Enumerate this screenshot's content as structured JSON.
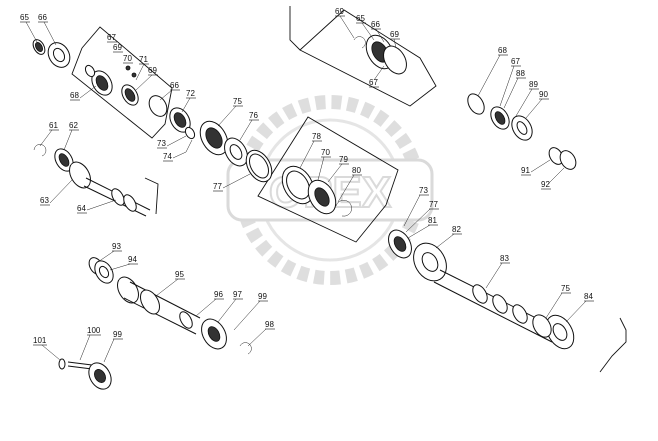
{
  "watermark": {
    "text": "OPEX",
    "color": "#c4c4c4"
  },
  "colors": {
    "ink": "#111111",
    "background": "#ffffff"
  },
  "callouts": [
    {
      "id": "c65a",
      "label": "65"
    },
    {
      "id": "c66a",
      "label": "66"
    },
    {
      "id": "c67a",
      "label": "67"
    },
    {
      "id": "c69a",
      "label": "69"
    },
    {
      "id": "c70a",
      "label": "70"
    },
    {
      "id": "c71",
      "label": "71"
    },
    {
      "id": "c69b",
      "label": "69"
    },
    {
      "id": "c68a",
      "label": "68"
    },
    {
      "id": "c66b",
      "label": "66"
    },
    {
      "id": "c72",
      "label": "72"
    },
    {
      "id": "c75a",
      "label": "75"
    },
    {
      "id": "c76",
      "label": "76"
    },
    {
      "id": "c73a",
      "label": "73"
    },
    {
      "id": "c74",
      "label": "74"
    },
    {
      "id": "c77a",
      "label": "77"
    },
    {
      "id": "c61",
      "label": "61"
    },
    {
      "id": "c62",
      "label": "62"
    },
    {
      "id": "c63",
      "label": "63"
    },
    {
      "id": "c64",
      "label": "64"
    },
    {
      "id": "c69c",
      "label": "69"
    },
    {
      "id": "c65b",
      "label": "65"
    },
    {
      "id": "c66c",
      "label": "66"
    },
    {
      "id": "c69d",
      "label": "69"
    },
    {
      "id": "c67b",
      "label": "67"
    },
    {
      "id": "c68b",
      "label": "68"
    },
    {
      "id": "c67c",
      "label": "67"
    },
    {
      "id": "c88",
      "label": "88"
    },
    {
      "id": "c89",
      "label": "89"
    },
    {
      "id": "c90",
      "label": "90"
    },
    {
      "id": "c91",
      "label": "91"
    },
    {
      "id": "c92",
      "label": "92"
    },
    {
      "id": "c78",
      "label": "78"
    },
    {
      "id": "c70b",
      "label": "70"
    },
    {
      "id": "c79",
      "label": "79"
    },
    {
      "id": "c80",
      "label": "80"
    },
    {
      "id": "c73b",
      "label": "73"
    },
    {
      "id": "c77b",
      "label": "77"
    },
    {
      "id": "c81",
      "label": "81"
    },
    {
      "id": "c82",
      "label": "82"
    },
    {
      "id": "c83",
      "label": "83"
    },
    {
      "id": "c75b",
      "label": "75"
    },
    {
      "id": "c84",
      "label": "84"
    },
    {
      "id": "c93",
      "label": "93"
    },
    {
      "id": "c94",
      "label": "94"
    },
    {
      "id": "c95",
      "label": "95"
    },
    {
      "id": "c96",
      "label": "96"
    },
    {
      "id": "c97",
      "label": "97"
    },
    {
      "id": "c99a",
      "label": "99"
    },
    {
      "id": "c98",
      "label": "98"
    },
    {
      "id": "c101",
      "label": "101"
    },
    {
      "id": "c100",
      "label": "100"
    },
    {
      "id": "c99b",
      "label": "99"
    }
  ]
}
